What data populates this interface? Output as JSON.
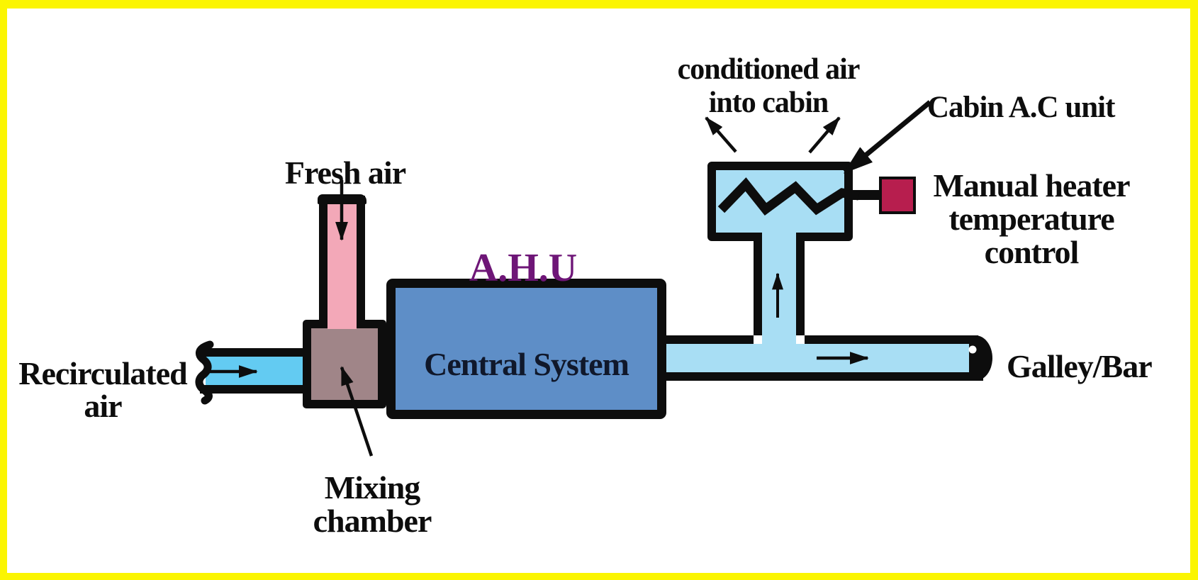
{
  "labels": {
    "fresh_air": "Fresh air",
    "ahu": "A.H.U",
    "central_system": "Central System",
    "recirculated_line1": "Recirculated",
    "recirculated_line2": "air",
    "mixing_line1": "Mixing",
    "mixing_line2": "chamber",
    "conditioned_line1": "conditioned air",
    "conditioned_line2": "into cabin",
    "cabin_ac_unit": "Cabin A.C unit",
    "manual_line1": "Manual heater",
    "manual_line2": "temperature",
    "manual_line3": "control",
    "galley_bar": "Galley/Bar"
  },
  "colors": {
    "frame_border": "#FBF501",
    "background": "#FFFFFF",
    "fresh_air_pipe": "#F3A8B8",
    "recirculated_pipe": "#63CBF2",
    "conditioned_air_pipe": "#A8DEF4",
    "central_system_box": "#5E8EC7",
    "mixing_chamber_box": "#A08588",
    "heater_control_knob": "#B71E4E",
    "ahu_text": "#6E1677",
    "outline": "#0D0D0D"
  },
  "icons": {
    "flow_arrow": "→",
    "heater_element": "zigzag"
  }
}
